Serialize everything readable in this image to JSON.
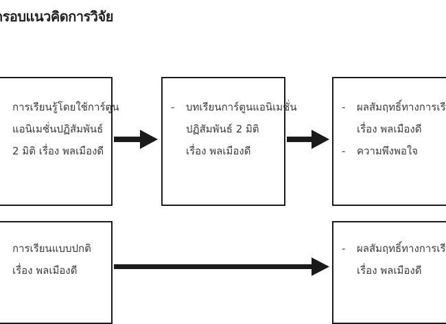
{
  "title": "กรอบแนวคิดการวิจัย",
  "boxes": {
    "input_cartoon": {
      "lines": [
        "การเรียนรู้โดยใช้การ์ตูน",
        "แอนิเมชั่นปฏิสัมพันธ์",
        "2 มิติ เรื่อง พลเมืองดี"
      ]
    },
    "lesson": {
      "dash": "-",
      "lines": [
        "บทเรียนการ์ตูนแอนิเมชั่น",
        "ปฏิสัมพันธ์ 2 มิติ",
        "เรื่อง พลเมืองดี"
      ]
    },
    "outcome_1": {
      "item1": {
        "dash": "-",
        "lines": [
          "ผลสัมฤทธิ์ทางการเรียน",
          "เรื่อง พลเมืองดี"
        ]
      },
      "item2": {
        "dash": "-",
        "lines": [
          "ความพึงพอใจ"
        ]
      }
    },
    "input_normal": {
      "lines": [
        "การเรียนแบบปกติ",
        "เรื่อง พลเมืองดี"
      ]
    },
    "outcome_2": {
      "item1": {
        "dash": "-",
        "lines": [
          "ผลสัมฤทธิ์ทางการเรียน",
          "เรื่อง พลเมืองดี"
        ]
      }
    }
  },
  "colors": {
    "border": "#1a1a1a",
    "arrow": "#1a1a1a",
    "text": "#3a3a3a"
  }
}
